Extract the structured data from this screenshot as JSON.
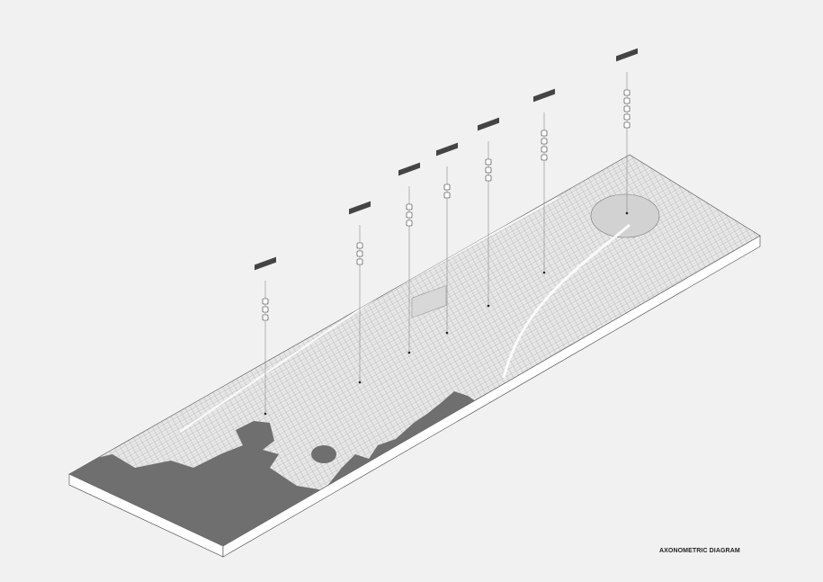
{
  "caption": "AXONOMETRIC DIAGRAM",
  "colors": {
    "background": "#f1f1f1",
    "land": "#e6e6e6",
    "water": "#6f6f6f",
    "slab_side": "#ffffff",
    "lines": "#555555"
  },
  "markers": [
    {
      "name": "site-marker-1",
      "icons": 3
    },
    {
      "name": "site-marker-2",
      "icons": 3
    },
    {
      "name": "site-marker-3",
      "icons": 3
    },
    {
      "name": "site-marker-4",
      "icons": 2
    },
    {
      "name": "site-marker-5",
      "icons": 3
    },
    {
      "name": "site-marker-6",
      "icons": 4
    },
    {
      "name": "site-marker-7",
      "icons": 5
    }
  ]
}
